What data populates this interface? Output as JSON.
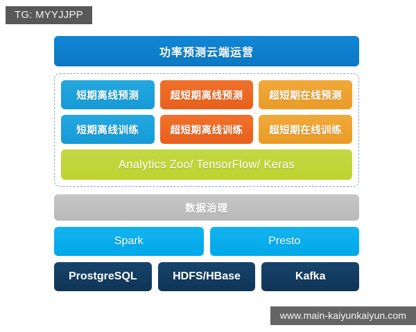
{
  "overlays": {
    "tg_tag": "TG: MYYJJPP",
    "site_tag": "www.main-kaiyunkaiyun.com"
  },
  "diagram": {
    "banner": {
      "label": "功率预测云端运营"
    },
    "workload_group": {
      "prediction_row": [
        {
          "label": "短期离线预测",
          "color": "#169ad6"
        },
        {
          "label": "超短期离线预测",
          "color": "#e8601b"
        },
        {
          "label": "超短期在线预测",
          "color": "#eb9b26"
        }
      ],
      "training_row": [
        {
          "label": "短期离线训练",
          "color": "#169ad6"
        },
        {
          "label": "超短期离线训练",
          "color": "#e8601b"
        },
        {
          "label": "超短期在线训练",
          "color": "#eb9b26"
        }
      ],
      "framework": {
        "label": "Analytics Zoo/ TensorFlow/ Keras",
        "color": "#bdd42f"
      }
    },
    "governance": {
      "label": "数据治理",
      "color": "#b9b9b9"
    },
    "engines": [
      {
        "label": "Spark",
        "color": "#00a8e8"
      },
      {
        "label": "Presto",
        "color": "#00a8e8"
      }
    ],
    "storage": [
      {
        "label": "ProstgreSQL",
        "color": "#0f3455"
      },
      {
        "label": "HDFS/HBase",
        "color": "#0f3455"
      },
      {
        "label": "Kafka",
        "color": "#0f3455"
      }
    ]
  }
}
